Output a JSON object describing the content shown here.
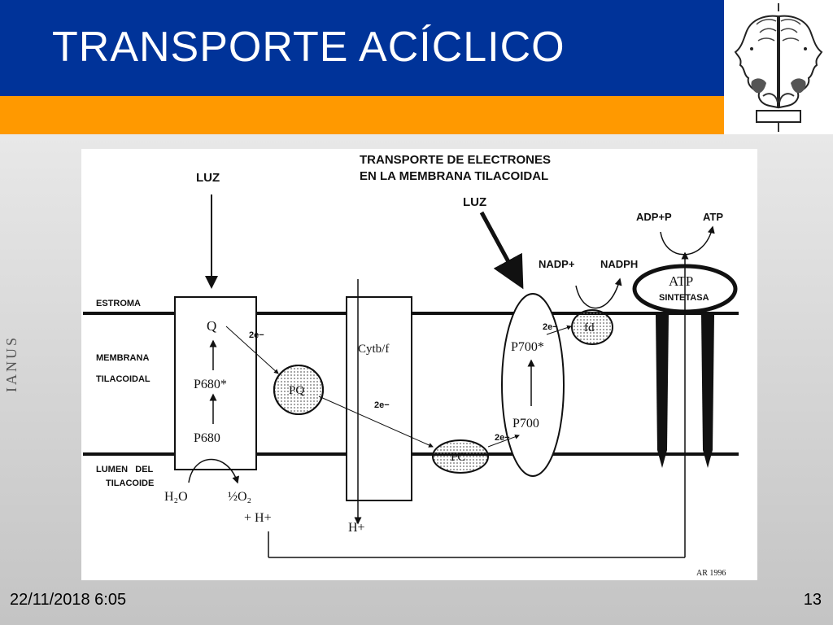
{
  "slide": {
    "title": "TRANSPORTE ACÍCLICO",
    "side_text": "IANUS",
    "date": "22/11/2018 6:05",
    "page_number": "13",
    "colors": {
      "title_bar": "#003399",
      "accent_bar": "#ff9900"
    }
  },
  "diagram": {
    "heading_line1": "TRANSPORTE DE ELECTRONES",
    "heading_line2": "EN LA MEMBRANA TILACOIDAL",
    "luz_left": "LUZ",
    "luz_right": "LUZ",
    "estroma": "ESTROMA",
    "membrana": "MEMBRANA",
    "tilacoidal": "TILACOIDAL",
    "lumen": "LUMEN   DEL",
    "tilacoide": "TILACOIDE",
    "q": "Q",
    "p680_star": "P680*",
    "p680": "P680",
    "h2o": "H₂O",
    "half_o2": "½O₂",
    "h_plus_1": "+ H+",
    "h_plus_2": "H+",
    "pq": "PQ",
    "two_e_1": "2e−",
    "two_e_2": "2e−",
    "two_e_3": "2e−",
    "two_e_4": "2e−",
    "cyt": "Cytb/f",
    "pc": "PC",
    "p700_star": "P700*",
    "p700": "P700",
    "fd": "fd",
    "nadp_plus": "NADP+",
    "nadph": "NADPH",
    "adp_p": "ADP+P",
    "atp": "ATP",
    "atp_big": "ATP",
    "sintetasa": "SINTETASA",
    "credit": "AR 1996"
  }
}
